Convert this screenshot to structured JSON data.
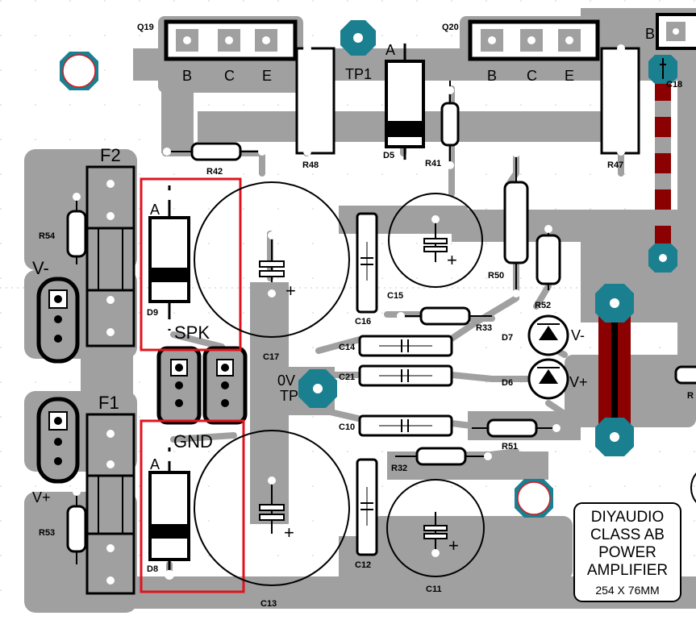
{
  "transistors": [
    {
      "ref": "Q19",
      "pins": [
        "B",
        "C",
        "E"
      ]
    },
    {
      "ref": "Q20",
      "pins": [
        "B",
        "C",
        "E"
      ]
    }
  ],
  "test_points": {
    "tp1": "TP1",
    "tp0_line1": "0V",
    "tp0_line2": "TP"
  },
  "fuses": {
    "f1": "F1",
    "f2": "F2"
  },
  "connectors": {
    "vminus": "V-",
    "vplus": "V+",
    "spk": "SPK",
    "gnd": "GND"
  },
  "diodes": {
    "d5": "D5",
    "d8": "D8",
    "d9": "D9",
    "d7": "D7",
    "d6": "D6",
    "anode": "A",
    "led_vminus": "V-",
    "led_vplus": "V+"
  },
  "capacitors": {
    "c10": "C10",
    "c11": "C11",
    "c12": "C12",
    "c13": "C13",
    "c14": "C14",
    "c15": "C15",
    "c16": "C16",
    "c17": "C17",
    "c18": "C18",
    "c21": "C21",
    "plus": "+"
  },
  "resistors": {
    "r32": "R32",
    "r33": "R33",
    "r41": "R41",
    "r42": "R42",
    "r47": "R47",
    "r48": "R48",
    "r50": "R50",
    "r51": "R51",
    "r52": "R52",
    "r53": "R53",
    "r54": "R54"
  },
  "partial_labels": {
    "top_right_b": "B",
    "right_edge_r": "R"
  },
  "board_title": [
    "DIYAUDIO",
    "CLASS AB",
    "POWER",
    "AMPLIFIER",
    "254 X 76MM"
  ],
  "colors": {
    "copper": "#a0a0a0",
    "highlight": "#e0141e",
    "pad_teal": "#1a7f8f",
    "jumper": "#8b0000",
    "background": "#ffffff"
  }
}
